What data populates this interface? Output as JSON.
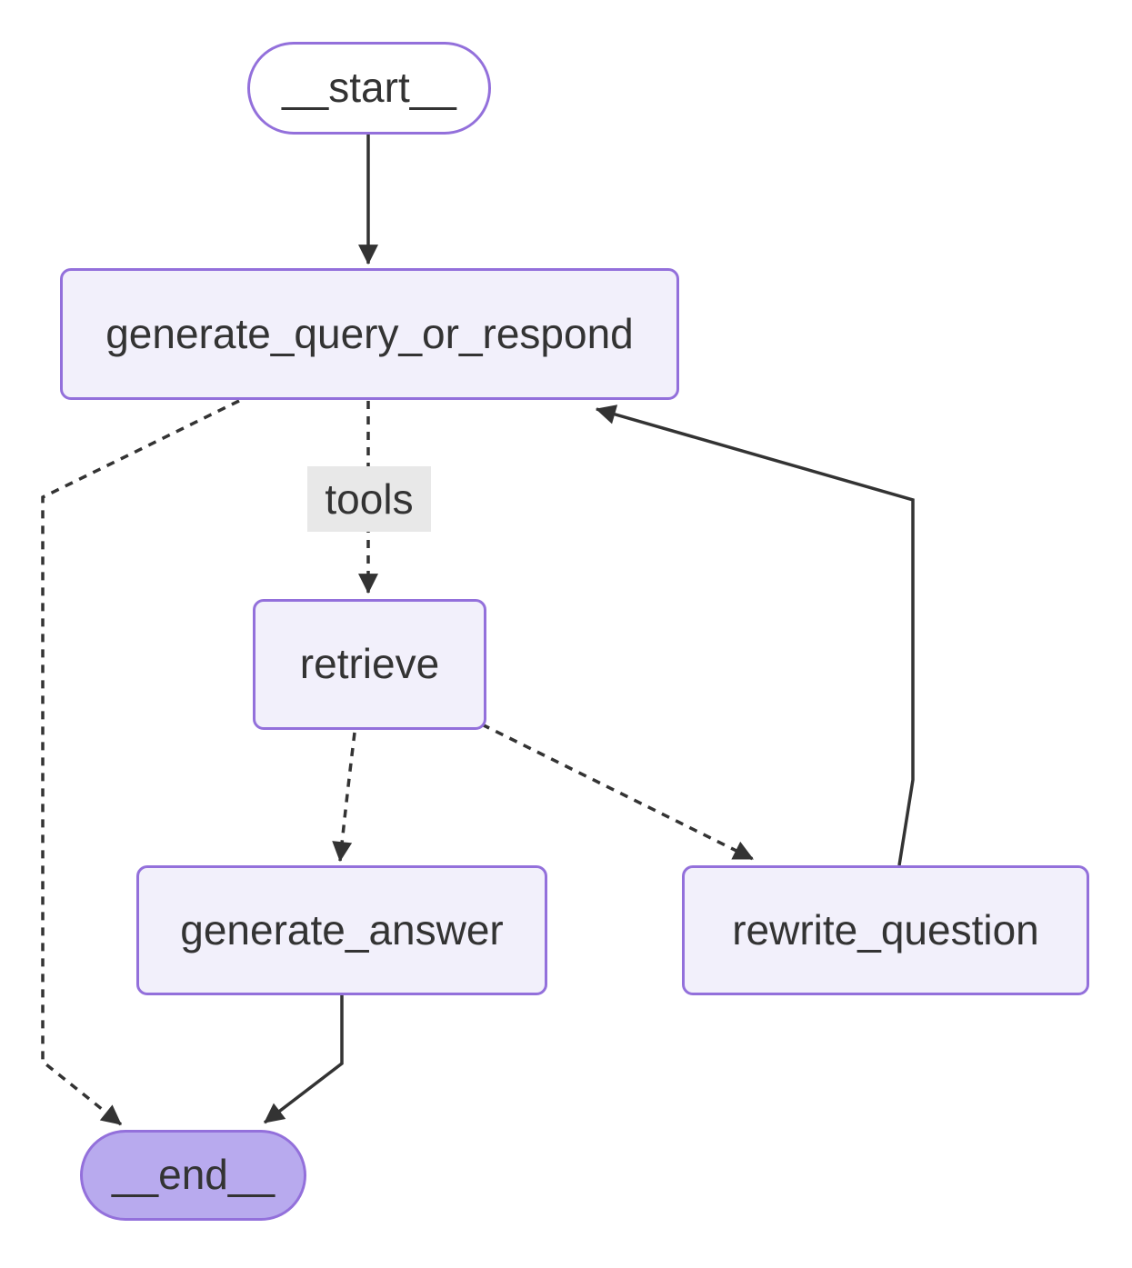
{
  "diagram": {
    "type": "flowchart",
    "direction": "top-down",
    "description": "Agentic RAG graph: start flows to generate_query_or_respond, which conditionally calls tools (retrieve) or ends; retrieve leads to generate_answer or rewrite_question; rewrite_question loops back; generate_answer ends."
  },
  "nodes": [
    {
      "id": "__start__",
      "label": "__start__",
      "shape": "stadium",
      "role": "entry"
    },
    {
      "id": "generate_query_or_respond",
      "label": "generate_query_or_respond",
      "shape": "rect",
      "role": "step"
    },
    {
      "id": "retrieve",
      "label": "retrieve",
      "shape": "rect",
      "role": "step"
    },
    {
      "id": "generate_answer",
      "label": "generate_answer",
      "shape": "rect",
      "role": "step"
    },
    {
      "id": "rewrite_question",
      "label": "rewrite_question",
      "shape": "rect",
      "role": "step"
    },
    {
      "id": "__end__",
      "label": "__end__",
      "shape": "stadium",
      "role": "terminal"
    }
  ],
  "edges": [
    {
      "from": "__start__",
      "to": "generate_query_or_respond",
      "style": "solid",
      "label": ""
    },
    {
      "from": "generate_query_or_respond",
      "to": "retrieve",
      "style": "dashed",
      "label": "tools"
    },
    {
      "from": "generate_query_or_respond",
      "to": "__end__",
      "style": "dashed",
      "label": ""
    },
    {
      "from": "retrieve",
      "to": "generate_answer",
      "style": "dashed",
      "label": ""
    },
    {
      "from": "retrieve",
      "to": "rewrite_question",
      "style": "dashed",
      "label": ""
    },
    {
      "from": "rewrite_question",
      "to": "generate_query_or_respond",
      "style": "solid",
      "label": ""
    },
    {
      "from": "generate_answer",
      "to": "__end__",
      "style": "solid",
      "label": ""
    }
  ],
  "colors": {
    "background": "#ffffff",
    "node_fill": "#f2f0fb",
    "node_border": "#9370DB",
    "start_fill": "#ffffff",
    "end_fill": "#b8aaee",
    "text": "#333333",
    "edge": "#333333",
    "edge_label_bg": "#e8e8e8"
  }
}
